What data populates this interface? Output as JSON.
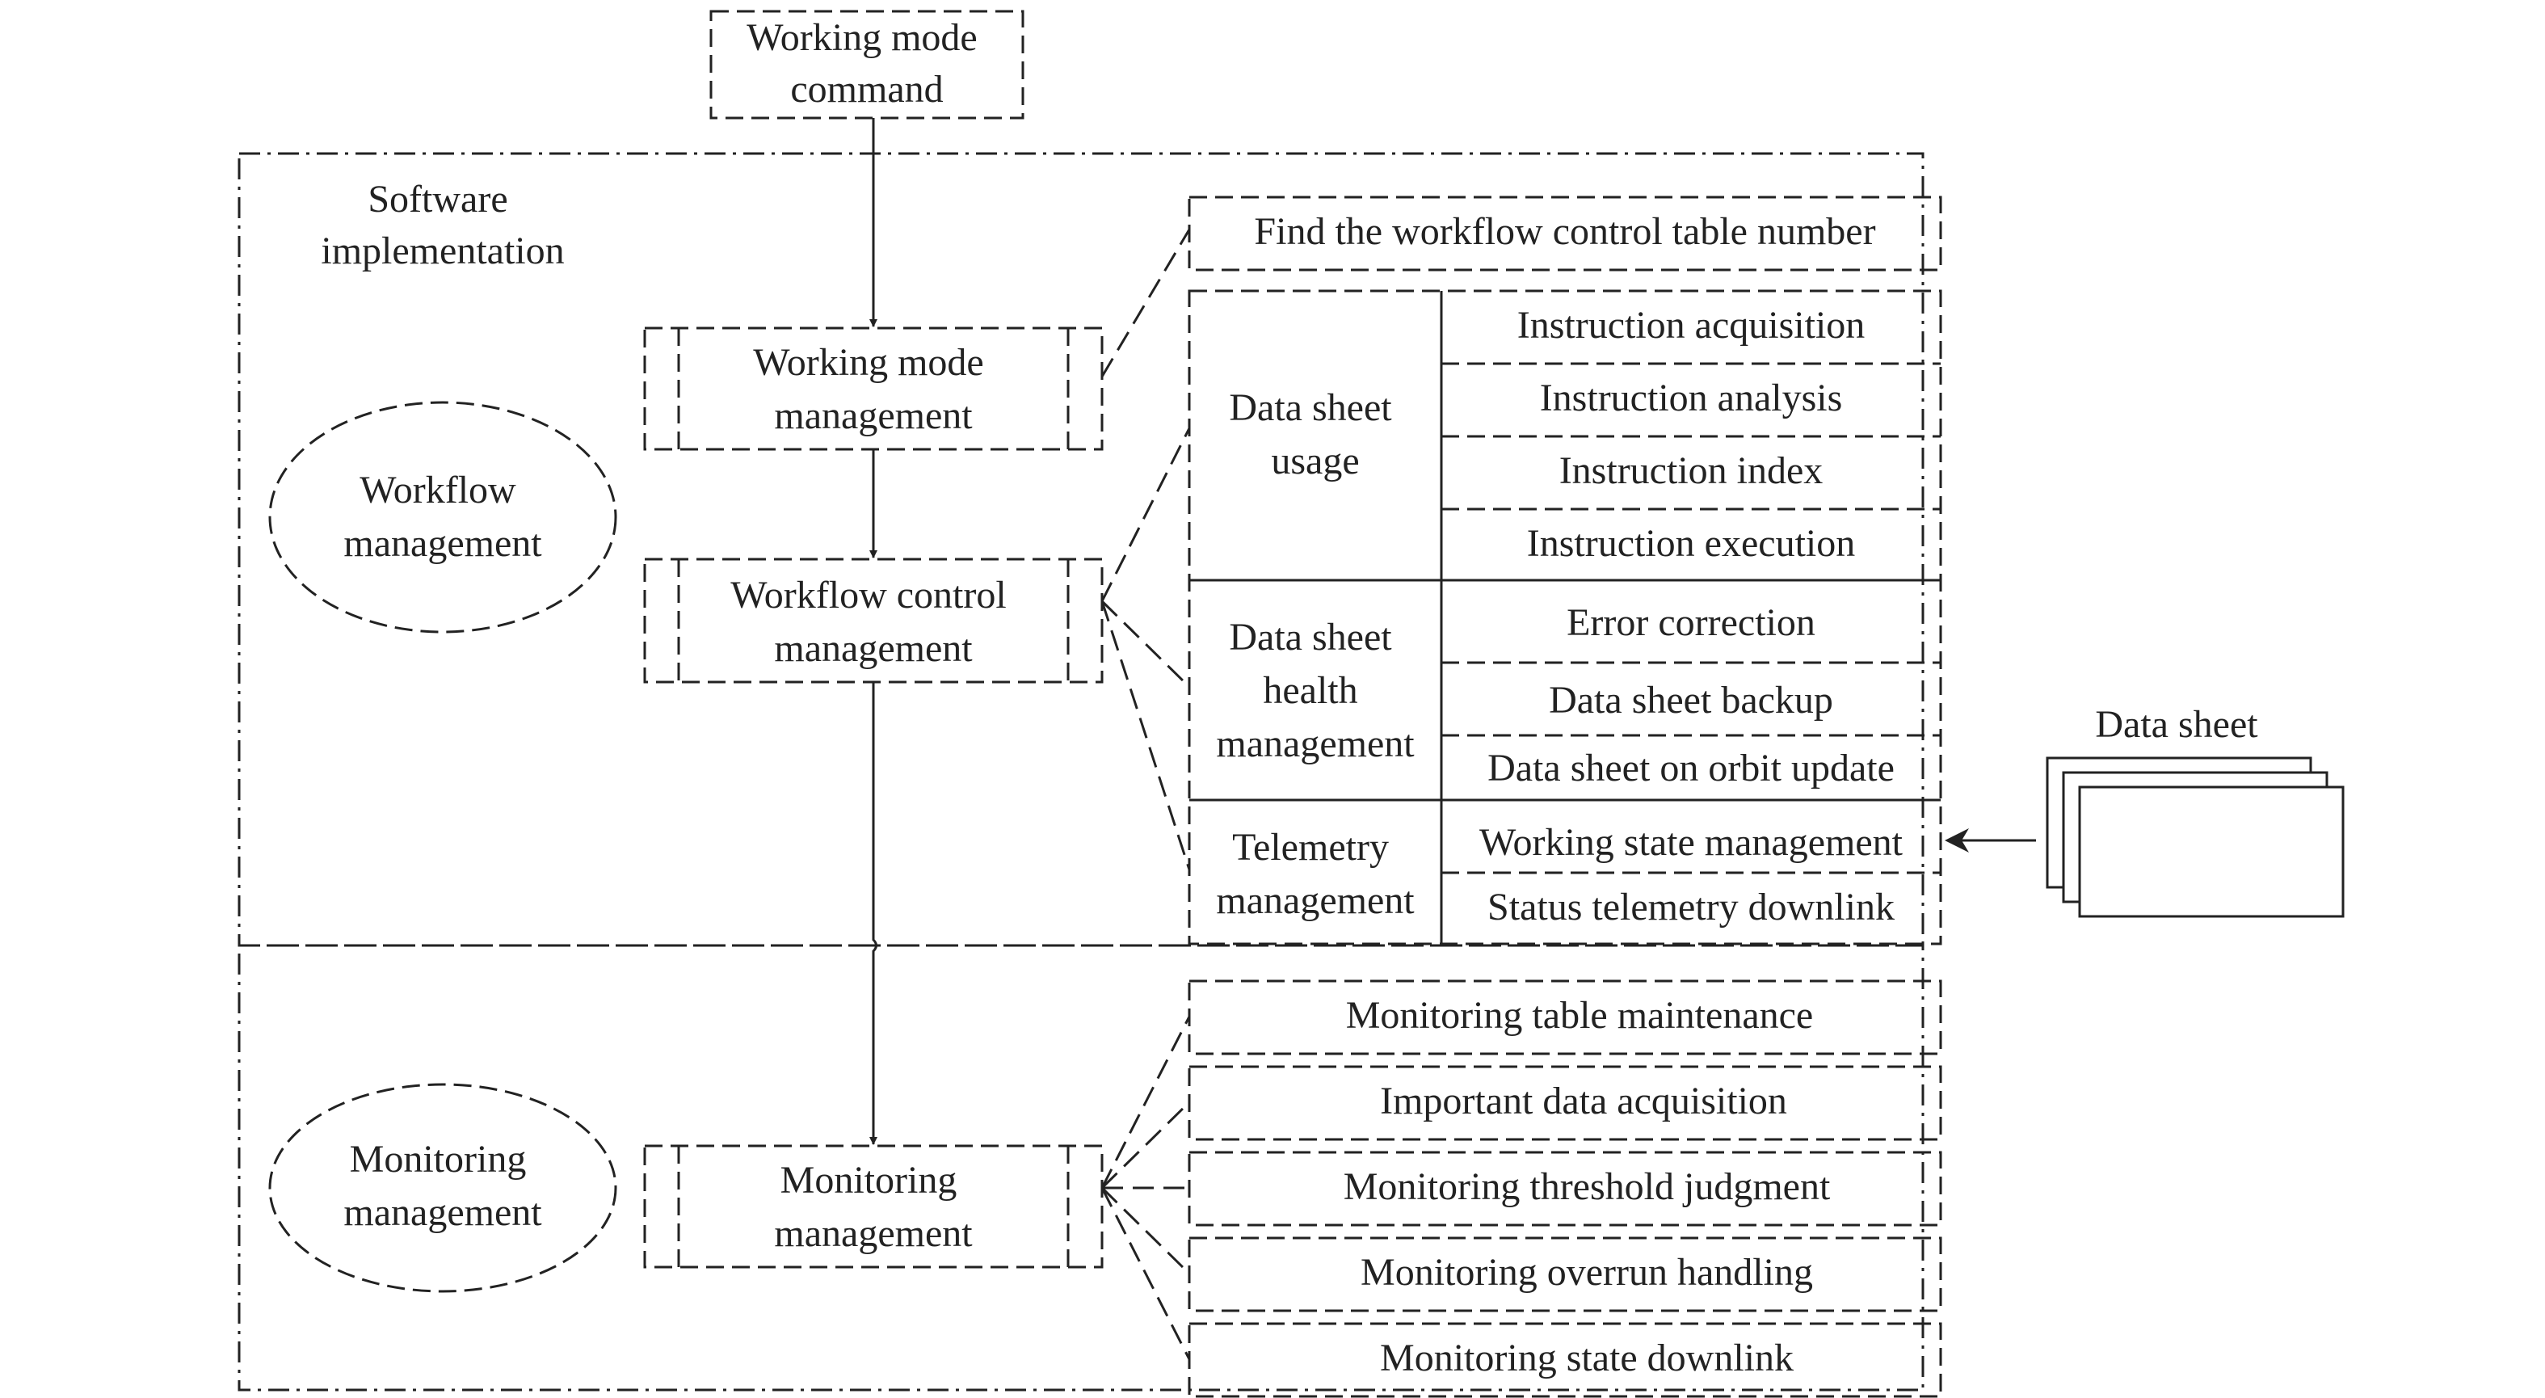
{
  "colors": {
    "line": "#222222",
    "background": "#ffffff"
  },
  "diagram": {
    "working_mode_command": [
      "Working mode",
      "command"
    ],
    "software_implementation": [
      "Software",
      "implementation"
    ],
    "workflow_management": [
      "Workflow",
      "management"
    ],
    "monitoring_management_ellipse": [
      "Monitoring",
      "management"
    ],
    "working_mode_management": [
      "Working mode",
      "management"
    ],
    "workflow_control_management": [
      "Workflow control",
      "management"
    ],
    "monitoring_management_box": [
      "Monitoring",
      "management"
    ],
    "find_table_number": "Find the workflow control table number",
    "data_sheet_usage": [
      "Data sheet",
      "usage"
    ],
    "data_sheet_health": [
      "Data sheet",
      "health",
      "management"
    ],
    "telemetry_management": [
      "Telemetry",
      "management"
    ],
    "usage_items": [
      "Instruction acquisition",
      "Instruction analysis",
      "Instruction index",
      "Instruction execution"
    ],
    "health_items": [
      "Error correction",
      "Data sheet backup",
      "Data sheet on orbit update"
    ],
    "telemetry_items": [
      "Working state management",
      "Status telemetry downlink"
    ],
    "monitoring_items": [
      "Monitoring table maintenance",
      "Important data acquisition",
      "Monitoring threshold judgment",
      "Monitoring overrun handling",
      "Monitoring state downlink"
    ],
    "data_sheet": "Data sheet"
  }
}
